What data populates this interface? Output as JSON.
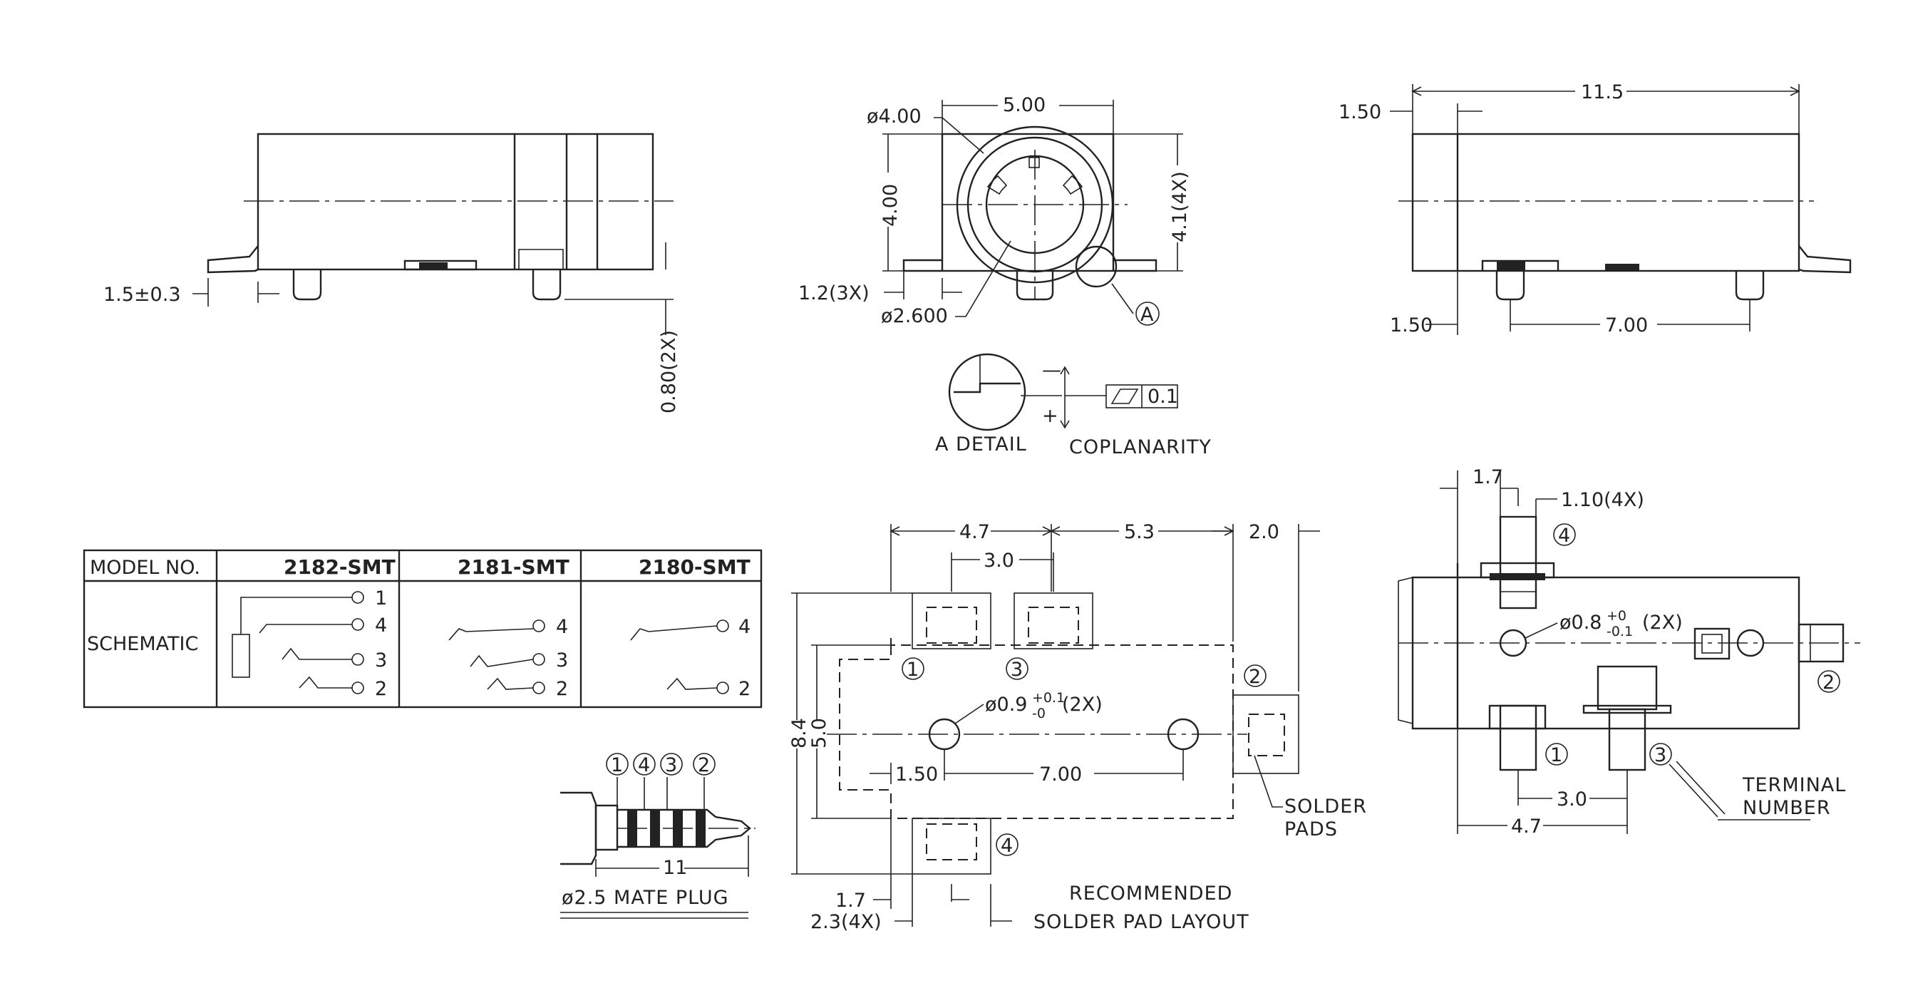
{
  "side_left": {
    "dim_height_tol": "1.5±0.3",
    "dim_pin_height": "0.80(2X)"
  },
  "front_view": {
    "dim_outer_dia": "ø4.00",
    "dim_width": "5.00",
    "dim_height": "4.00",
    "dim_total_height": "4.1(4X)",
    "dim_pin": "1.2(3X)",
    "dim_inner_dia": "ø2.600",
    "detail_ref": "A"
  },
  "side_right": {
    "dim_length": "11.5",
    "dim_offset_top": "1.50",
    "dim_offset_bottom": "1.50",
    "dim_pin_spacing": "7.00"
  },
  "detail": {
    "label": "A DETAIL",
    "minus": "—",
    "plus": "+",
    "coplanarity_value": "0.1",
    "coplanarity_label": "COPLANARITY"
  },
  "model_table": {
    "header_label": "MODEL NO.",
    "models": [
      "2182-SMT",
      "2181-SMT",
      "2180-SMT"
    ],
    "row_label": "SCHEMATIC",
    "pins_2182": [
      "1",
      "4",
      "3",
      "2"
    ],
    "pins_2181": [
      "4",
      "3",
      "2"
    ],
    "pins_2180": [
      "4",
      "2"
    ]
  },
  "mate_plug": {
    "pins": [
      "1",
      "4",
      "3",
      "2"
    ],
    "dim_length": "11",
    "label": "ø2.5 MATE PLUG"
  },
  "pad_layout": {
    "dim_47": "4.7",
    "dim_53": "5.3",
    "dim_20": "2.0",
    "dim_30": "3.0",
    "dim_84": "8.4",
    "dim_50": "5.0",
    "hole_dia": "ø0.9",
    "hole_tol_plus": "+0.1",
    "hole_tol_minus": "-0",
    "hole_count": "(2X)",
    "dim_150": "1.50",
    "dim_700": "7.00",
    "dim_17": "1.7",
    "dim_23": "2.3(4X)",
    "pad_labels": [
      "1",
      "3",
      "2",
      "4"
    ],
    "solder_pads_line1": "SOLDER",
    "solder_pads_line2": "PADS",
    "title_line1": "RECOMMENDED",
    "title_line2": "SOLDER PAD LAYOUT"
  },
  "bottom_view": {
    "dim_17": "1.7",
    "dim_110": "1.10(4X)",
    "hole_dia": "ø0.8",
    "hole_tol_plus": "+0",
    "hole_tol_minus": "-0.1",
    "hole_count": "(2X)",
    "dim_30": "3.0",
    "dim_47": "4.7",
    "terminals": [
      "4",
      "2",
      "1",
      "3"
    ],
    "terminal_line1": "TERMINAL",
    "terminal_line2": "NUMBER"
  }
}
